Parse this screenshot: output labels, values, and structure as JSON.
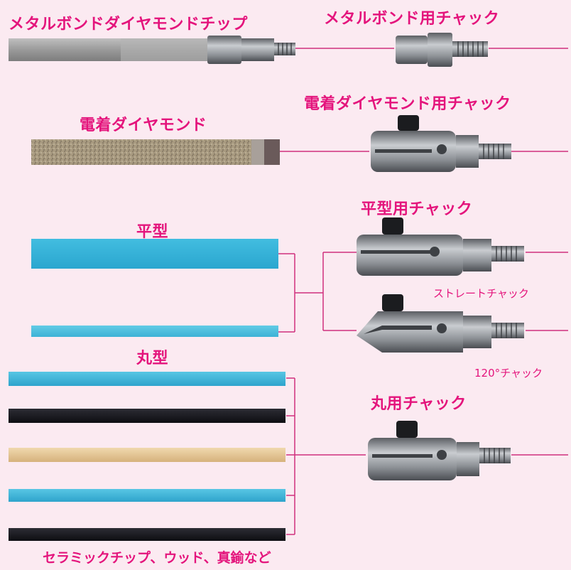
{
  "labels": {
    "metal_bond_chip": "メタルボンドダイヤモンドチップ",
    "metal_bond_chuck": "メタルボンド用チャック",
    "electro_chuck": "電着ダイヤモンド用チャック",
    "electro_diamond": "電着ダイヤモンド",
    "flat_type": "平型",
    "flat_chuck": "平型用チャック",
    "straight_chuck": "ストレートチャック",
    "angle_chuck": "120°チャック",
    "round_type": "丸型",
    "round_chuck": "丸用チャック",
    "materials": "セラミックチップ、ウッド、真鍮など"
  },
  "colors": {
    "accent": "#e4147c",
    "background": "#fbeaf1",
    "line": "#d0307d",
    "cyan_stone": "#3cb8d8",
    "black_stone": "#1c1c22",
    "wood_stone": "#e6c89a",
    "metal": "#8a8d92"
  }
}
